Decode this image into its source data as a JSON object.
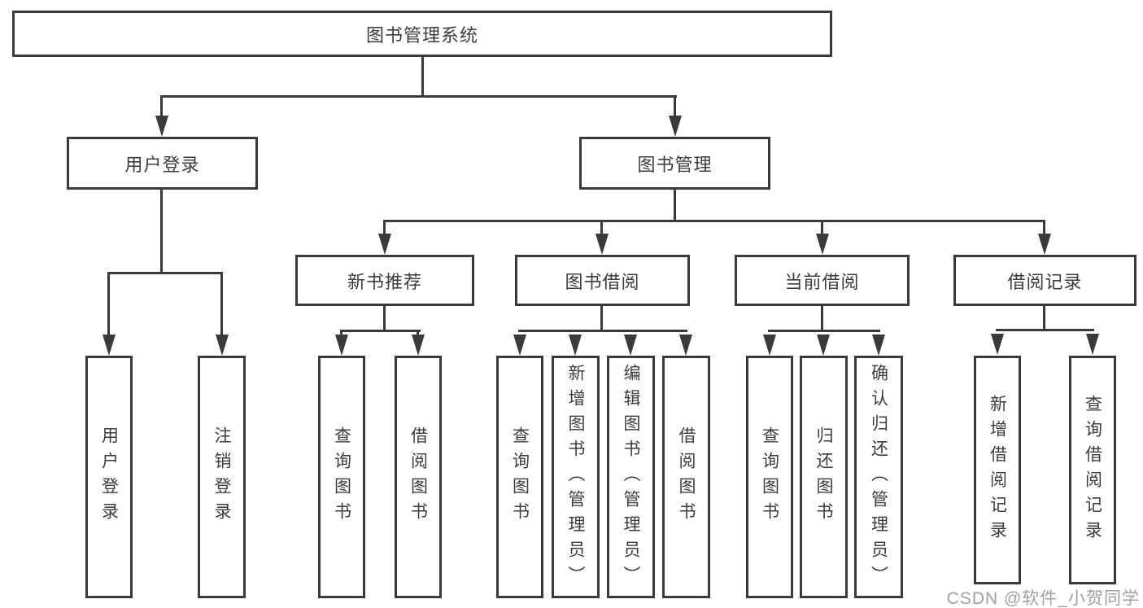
{
  "diagram": {
    "root_label": "图书管理系统",
    "branches": {
      "user_login": {
        "label": "用户登录",
        "leaves": [
          "用户登录",
          "注销登录"
        ]
      },
      "book_mgmt": {
        "label": "图书管理",
        "groups": {
          "new_book_rec": {
            "label": "新书推荐",
            "leaves": [
              "查询图书",
              "借阅图书"
            ]
          },
          "book_borrow": {
            "label": "图书借阅",
            "leaves": [
              "查询图书",
              "新增图书（管理员）",
              "编辑图书（管理员）",
              "借阅图书"
            ]
          },
          "current_borrow": {
            "label": "当前借阅",
            "leaves": [
              "查询图书",
              "归还图书",
              "确认归还（管理员）"
            ]
          },
          "borrow_record": {
            "label": "借阅记录",
            "leaves": [
              "新增借阅记录",
              "查询借阅记录"
            ]
          }
        }
      }
    },
    "watermark": "CSDN @软件_小贺同学"
  }
}
